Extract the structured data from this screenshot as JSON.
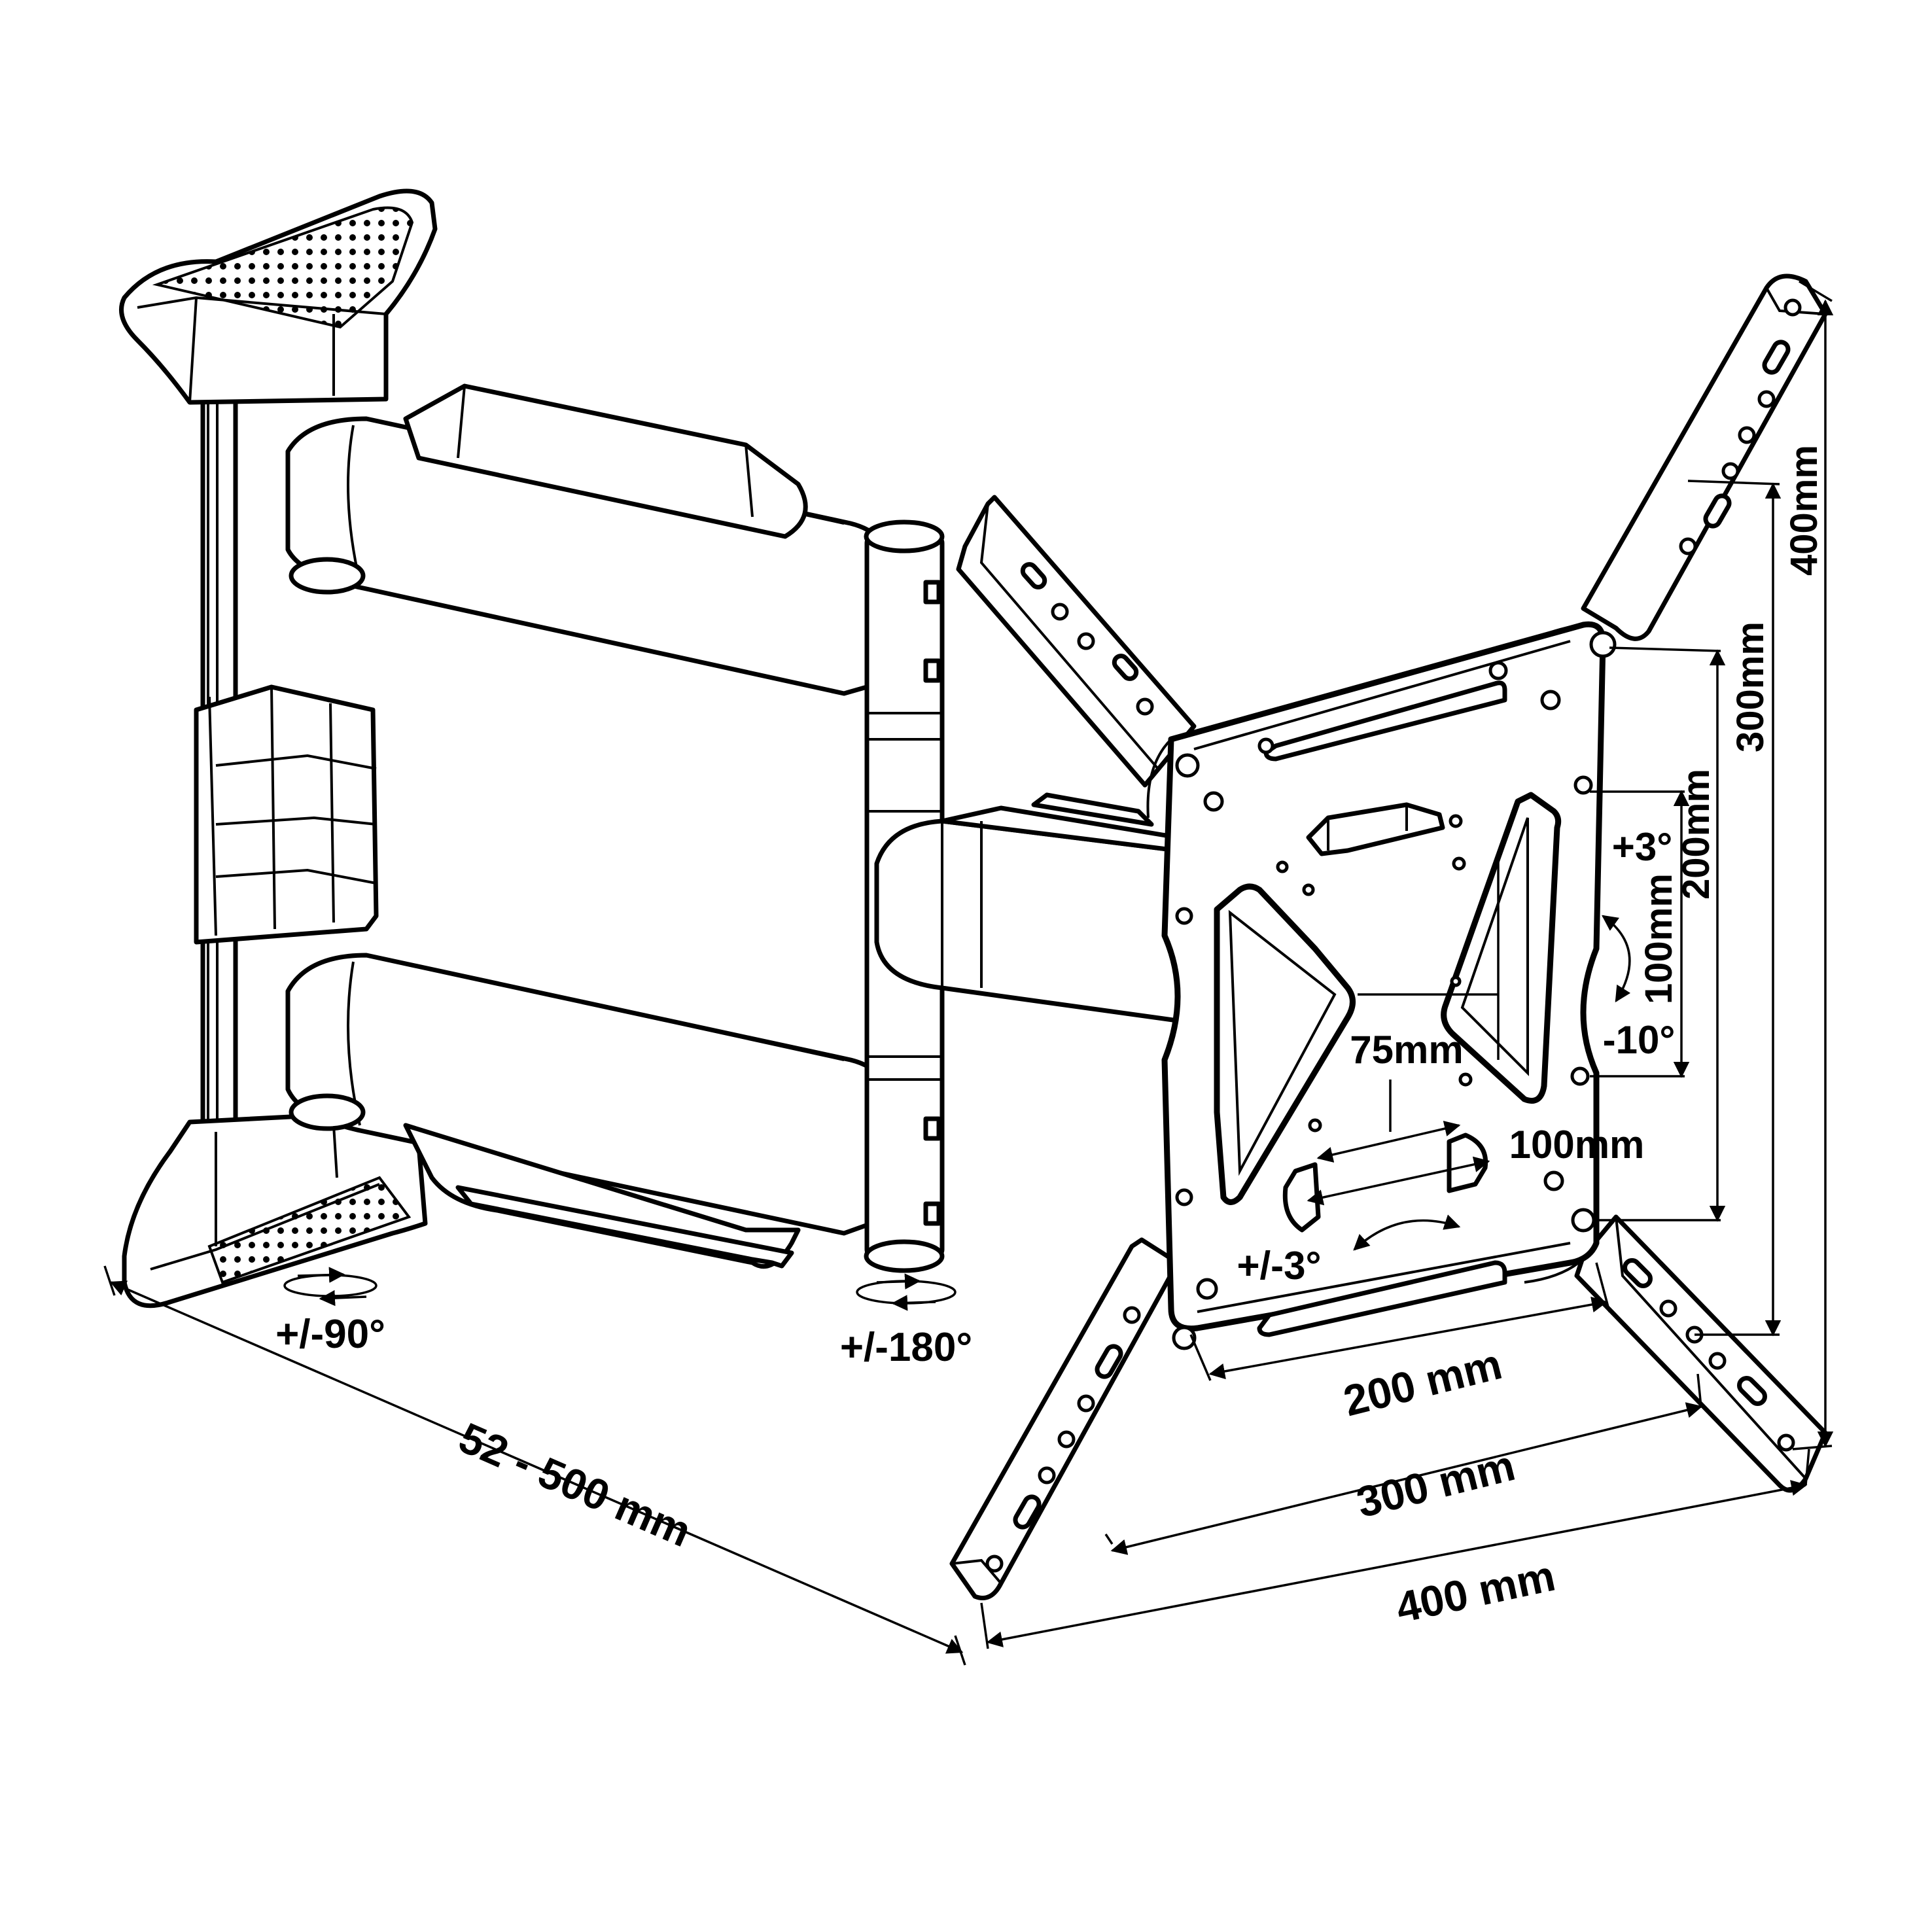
{
  "labels": {
    "extension": "52 - 500 mm",
    "swivel_wall": "+/-90°",
    "swivel_arm": "+/-180°",
    "tilt_up": "+3°",
    "tilt_down": "-10°",
    "rotation": "+/-3°",
    "vesa_75_h": "75mm",
    "vesa_100_h": "100mm",
    "vesa_100_v": "100mm",
    "vesa_200_v": "200mm",
    "vesa_300_v": "300mm",
    "vesa_400_v": "400mm",
    "vesa_200_h": "200 mm",
    "vesa_300_h": "300 mm",
    "vesa_400_h": "400 mm"
  },
  "colors": {
    "line": "#000000",
    "background": "#ffffff"
  }
}
